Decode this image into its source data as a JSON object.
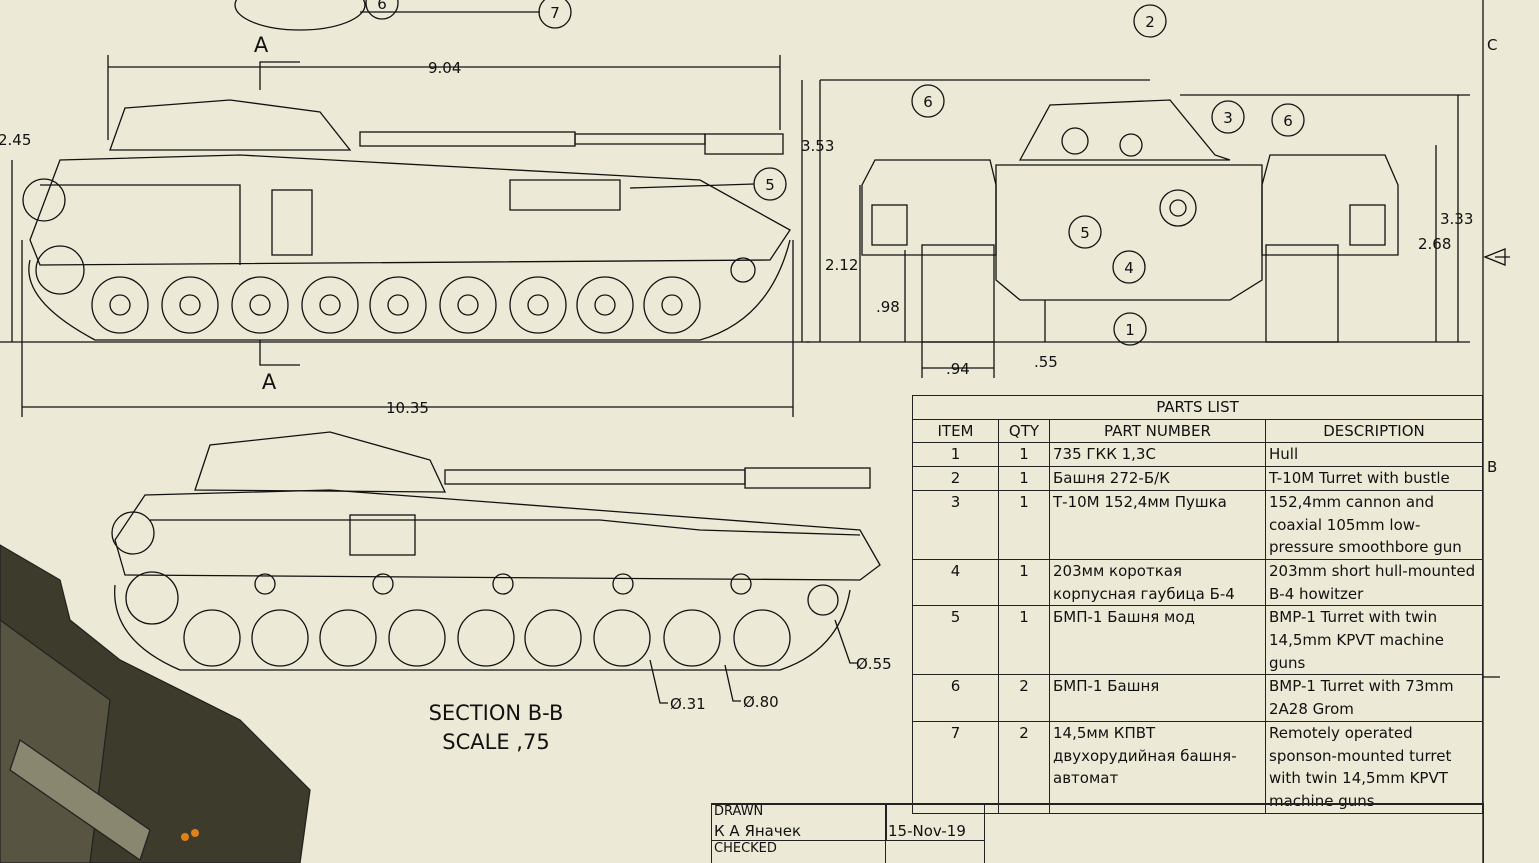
{
  "dimensions": {
    "overall_length": "10.35",
    "hull_length": "9.04",
    "height": "3.53",
    "hull_height_left": "2.45",
    "front_a": "2.12",
    "front_b": ".98",
    "front_c": ".94",
    "front_d": ".55",
    "front_e": "3.33",
    "front_f": "2.68",
    "dia_idler": "Ø.55",
    "dia_return": "Ø.31",
    "dia_road": "Ø.80"
  },
  "section_marks": {
    "top": "A",
    "bottom": "A"
  },
  "balloons": {
    "b6_top": "6",
    "b7_top": "7",
    "b5_side": "5",
    "b2": "2",
    "b6_left": "6",
    "b3": "3",
    "b6_right": "6",
    "b5_front": "5",
    "b4": "4",
    "b1": "1"
  },
  "section": {
    "title": "SECTION B-B",
    "scale": "SCALE ,75"
  },
  "zones": {
    "c": "C",
    "b": "B"
  },
  "parts_list": {
    "title": "PARTS LIST",
    "headers": [
      "ITEM",
      "QTY",
      "PART NUMBER",
      "DESCRIPTION"
    ],
    "rows": [
      {
        "item": "1",
        "qty": "1",
        "part": "735 ГКК 1,3С",
        "desc": "Hull"
      },
      {
        "item": "2",
        "qty": "1",
        "part": "Башня 272-Б/К",
        "desc": "T-10M Turret with bustle"
      },
      {
        "item": "3",
        "qty": "1",
        "part": "Т-10М 152,4мм Пушка",
        "desc": "152,4mm cannon and coaxial 105mm low-pressure smoothbore gun"
      },
      {
        "item": "4",
        "qty": "1",
        "part": "203мм короткая корпусная гаубица Б-4",
        "desc": "203mm short hull-mounted B-4 howitzer"
      },
      {
        "item": "5",
        "qty": "1",
        "part": "БМП-1 Башня мод",
        "desc": "BMP-1 Turret with twin 14,5mm KPVT machine guns"
      },
      {
        "item": "6",
        "qty": "2",
        "part": "БМП-1 Башня",
        "desc": "BMP-1 Turret with 73mm 2A28 Grom"
      },
      {
        "item": "7",
        "qty": "2",
        "part": "14,5мм КПВТ двухорудийная башня-автомат",
        "desc": "Remotely operated sponson-mounted turret with twin 14,5mm KPVT machine guns"
      }
    ]
  },
  "title_block": {
    "drawn_label": "DRAWN",
    "drawn_by": "К А Яначек",
    "drawn_date": "15-Nov-19",
    "checked_label": "CHECKED"
  }
}
